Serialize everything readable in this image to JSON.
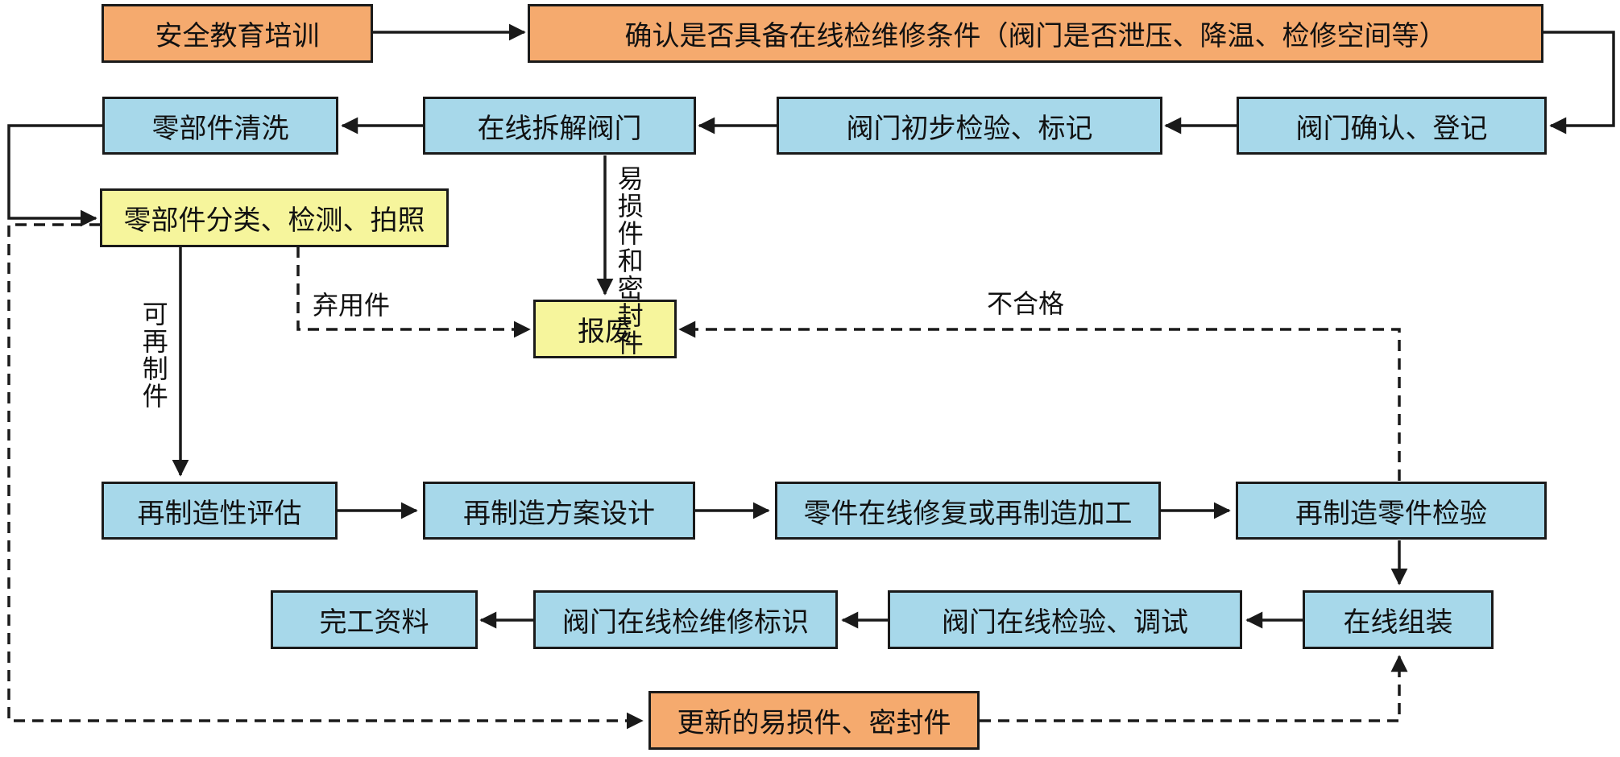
{
  "nodes": {
    "safety_training": "安全教育培训",
    "confirm_conditions": "确认是否具备在线检维修条件（阀门是否泄压、降温、检修空间等）",
    "valve_confirm_register": "阀门确认、登记",
    "initial_inspection_mark": "阀门初步检验、标记",
    "online_disassembly": "在线拆解阀门",
    "parts_cleaning": "零部件清洗",
    "parts_sort_test_photo": "零部件分类、检测、拍照",
    "scrap": "报废",
    "reman_assessment": "再制造性评估",
    "reman_design": "再制造方案设计",
    "online_repair_reman": "零件在线修复或再制造加工",
    "reman_inspection": "再制造零件检验",
    "online_assembly": "在线组装",
    "online_test_debug": "阀门在线检验、调试",
    "online_marking": "阀门在线检维修标识",
    "completion_docs": "完工资料",
    "new_wear_seal_parts": "更新的易损件、密封件"
  },
  "edge_labels": {
    "wear_seal_parts": "易损件和密封件",
    "discarded_parts": "弃用件",
    "remanufacturable_parts": "可再制件",
    "unqualified": "不合格"
  },
  "colors": {
    "start_end": "#f5aa6e",
    "process": "#a7d8ea",
    "decision": "#f6f59c",
    "line": "#1a1a1a"
  }
}
